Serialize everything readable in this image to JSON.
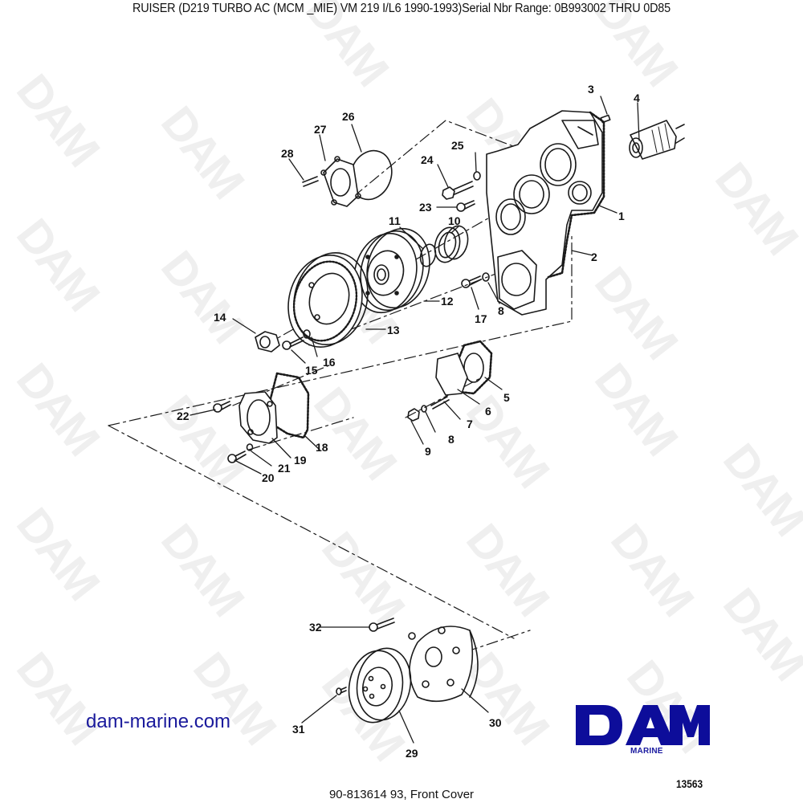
{
  "header": {
    "title": "RUISER (D219 TURBO AC (MCM _MIE) VM 219 I/L6   1990-1993)Serial Nbr Range: 0B993002 THRU 0D85"
  },
  "footer": {
    "caption": "90-813614 93, Front Cover"
  },
  "branding": {
    "website": "dam-marine.com",
    "logo_text": "DAM",
    "logo_subtext": "MARINE",
    "figure_number": "13563",
    "brand_color": "#0d0d9a",
    "watermark_text": "DAM",
    "watermark_color": "#efefef"
  },
  "diagram": {
    "title": "Front Cover",
    "callouts": [
      {
        "id": "1",
        "label": "1"
      },
      {
        "id": "2",
        "label": "2"
      },
      {
        "id": "3",
        "label": "3"
      },
      {
        "id": "4",
        "label": "4"
      },
      {
        "id": "5",
        "label": "5"
      },
      {
        "id": "6",
        "label": "6"
      },
      {
        "id": "7",
        "label": "7"
      },
      {
        "id": "8a",
        "label": "8"
      },
      {
        "id": "8b",
        "label": "8"
      },
      {
        "id": "9",
        "label": "9"
      },
      {
        "id": "10",
        "label": "10"
      },
      {
        "id": "11",
        "label": "11"
      },
      {
        "id": "12",
        "label": "12"
      },
      {
        "id": "13",
        "label": "13"
      },
      {
        "id": "14",
        "label": "14"
      },
      {
        "id": "15",
        "label": "15"
      },
      {
        "id": "16",
        "label": "16"
      },
      {
        "id": "17",
        "label": "17"
      },
      {
        "id": "18",
        "label": "18"
      },
      {
        "id": "19",
        "label": "19"
      },
      {
        "id": "20",
        "label": "20"
      },
      {
        "id": "21",
        "label": "21"
      },
      {
        "id": "22",
        "label": "22"
      },
      {
        "id": "23",
        "label": "23"
      },
      {
        "id": "24",
        "label": "24"
      },
      {
        "id": "25",
        "label": "25"
      },
      {
        "id": "26",
        "label": "26"
      },
      {
        "id": "27",
        "label": "27"
      },
      {
        "id": "28",
        "label": "28"
      },
      {
        "id": "29",
        "label": "29"
      },
      {
        "id": "30",
        "label": "30"
      },
      {
        "id": "31",
        "label": "31"
      },
      {
        "id": "32",
        "label": "32"
      }
    ]
  }
}
